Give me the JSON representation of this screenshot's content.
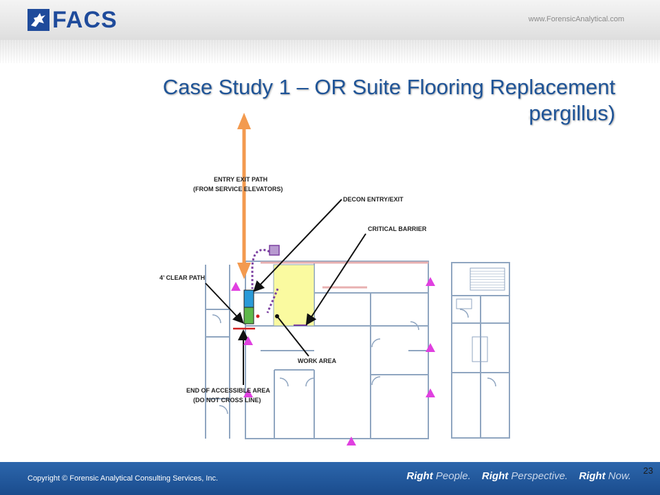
{
  "header": {
    "logo_text": "FACS",
    "site_url": "www.ForensicAnalytical.com"
  },
  "slide": {
    "title_line1": "Case Study 1 – OR Suite Flooring Replacement",
    "title_line2": "Risk – Dust (Aspergillus)"
  },
  "floorplan": {
    "labels": {
      "entry_exit_path_1": "ENTRY EXIT PATH",
      "entry_exit_path_2": "(FROM SERVICE ELEVATORS)",
      "decon": "DECON ENTRY/EXIT",
      "critical_barrier": "CRITICAL BARRIER",
      "clear_path": "4’ CLEAR PATH",
      "work_area": "WORK AREA",
      "end_area_1": "END OF ACCESSIBLE AREA",
      "end_area_2": "(DO NOT CROSS LINE)"
    },
    "colors": {
      "entry_arrow": "#f39a4f",
      "markers": "#e040e0",
      "decon_path": "#7b3fa0",
      "work_area_fill": "#fafaa0",
      "decon_blue": "#2a9ad8",
      "decon_green": "#5fb84b",
      "critical_barrier": "#d12020",
      "walls": "#8fa5c0"
    }
  },
  "footer": {
    "copyright": "Copyright © Forensic Analytical Consulting Services, Inc.",
    "tag1_bold": "Right",
    "tag1_light": "People.",
    "tag2_bold": "Right",
    "tag2_light": "Perspective.",
    "tag3_bold": "Right",
    "tag3_light": "Now.",
    "page_number": "23"
  }
}
